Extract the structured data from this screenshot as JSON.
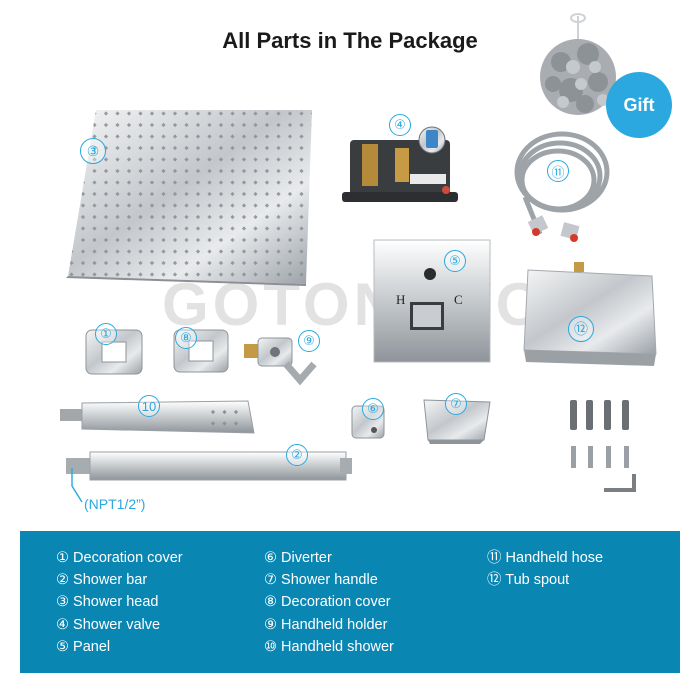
{
  "title": "All Parts in The Package",
  "gift_label": "Gift",
  "watermark": "GOTONOVO",
  "thread_note": "(NPT1/2”)",
  "markers": {
    "m1": "①",
    "m2": "②",
    "m3": "③",
    "m4": "④",
    "m5": "⑤",
    "m6": "⑥",
    "m7": "⑦",
    "m8": "⑧",
    "m9": "⑨",
    "m10": "10",
    "m11": "⑪",
    "m12": "⑫"
  },
  "panel_letters": {
    "hot": "H",
    "cold": "C"
  },
  "legend": {
    "col1": [
      "① Decoration cover",
      "② Shower bar",
      "③ Shower head",
      "④ Shower valve",
      "⑤ Panel"
    ],
    "col2": [
      "⑥ Diverter",
      "⑦ Shower handle",
      "⑧ Decoration cover",
      "⑨ Handheld holder",
      "⑩ Handheld shower"
    ],
    "col3": [
      "⑪ Handheld hose",
      "⑫ Tub spout"
    ]
  },
  "colors": {
    "accent": "#2aa8df",
    "legend_bg": "#0a86b3",
    "chrome": "#c9ccd0"
  }
}
